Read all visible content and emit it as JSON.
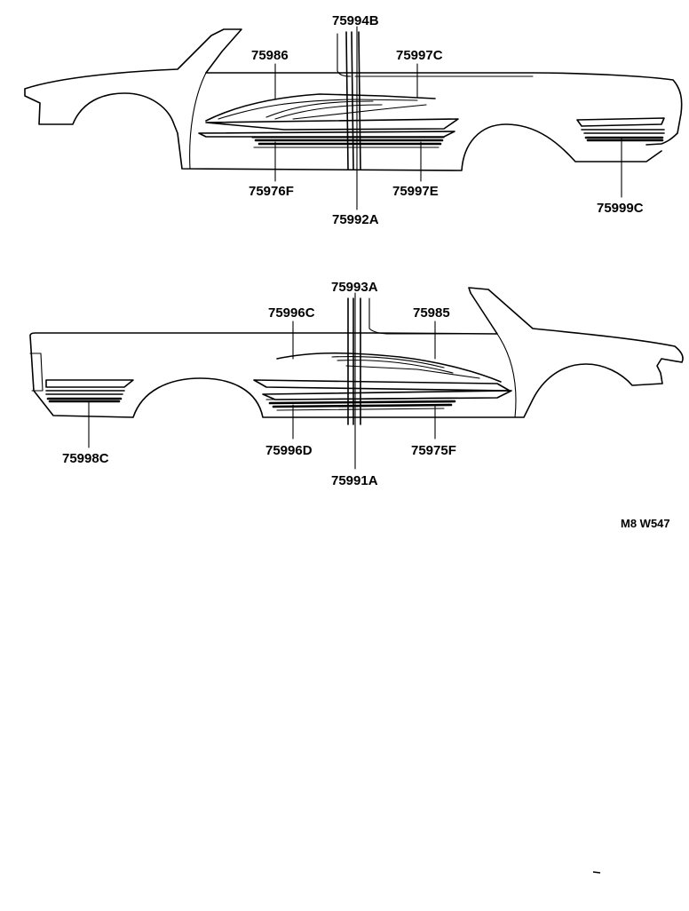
{
  "top_view": {
    "labels": {
      "p75994B": "75994B",
      "p75986": "75986",
      "p75997C": "75997C",
      "p75976F": "75976F",
      "p75997E": "75997E",
      "p75992A": "75992A",
      "p75999C": "75999C"
    }
  },
  "bottom_view": {
    "labels": {
      "p75993A": "75993A",
      "p75996C": "75996C",
      "p75985": "75985",
      "p75998C": "75998C",
      "p75996D": "75996D",
      "p75975F": "75975F",
      "p75991A": "75991A"
    }
  },
  "figure_code": "M8 W547"
}
